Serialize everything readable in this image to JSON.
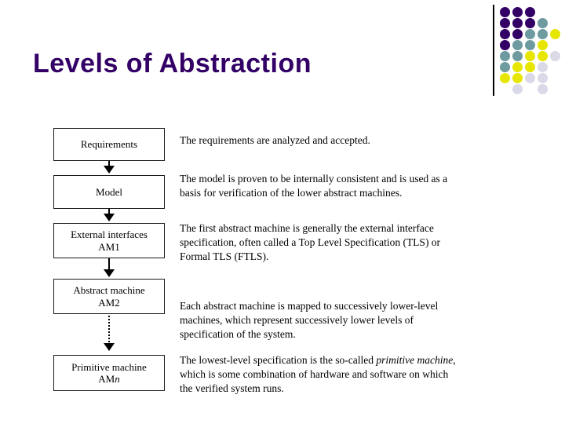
{
  "slide": {
    "title": "Levels of Abstraction",
    "title_color": "#330066"
  },
  "decoration": {
    "name": "dot-grid",
    "colors": {
      "purple": "#330066",
      "teal": "#6d9ba0",
      "yellow": "#e6e600",
      "lavender": "#d9d9e8"
    },
    "rows": [
      [
        "purple",
        "purple",
        "purple"
      ],
      [
        "purple",
        "purple",
        "purple",
        "teal"
      ],
      [
        "purple",
        "purple",
        "teal",
        "teal",
        "yellow"
      ],
      [
        "purple",
        "teal",
        "teal",
        "yellow"
      ],
      [
        "teal",
        "teal",
        "yellow",
        "yellow",
        "lavender"
      ],
      [
        "teal",
        "yellow",
        "yellow",
        "lavender"
      ],
      [
        "yellow",
        "yellow",
        "lavender",
        "lavender"
      ],
      [
        "",
        "lavender",
        "",
        "lavender"
      ]
    ]
  },
  "diagram": {
    "boxes": [
      {
        "line1": "Requirements",
        "line2": ""
      },
      {
        "line1": "Model",
        "line2": ""
      },
      {
        "line1": "External interfaces",
        "line2": "AM1"
      },
      {
        "line1": "Abstract machine",
        "line2": "AM2"
      },
      {
        "line1": "Primitive machine",
        "line2": "AM",
        "line2_italic": "n"
      }
    ],
    "descriptions": [
      "The requirements are analyzed and accepted.",
      "The model is proven to be internally consistent and is used as a basis for verification of the lower abstract machines.",
      "The first abstract machine is generally the external interface specification, often called a Top Level Specification (TLS) or Formal TLS (FTLS).",
      "Each abstract machine is mapped to successively lower-level machines, which represent successively lower levels of specification of the system.",
      {
        "part1": "The lowest-level specification is the so-called ",
        "emphasis": "primitive machine",
        "part2": ", which is some combination of hardware and software on which the verified system runs."
      }
    ]
  }
}
